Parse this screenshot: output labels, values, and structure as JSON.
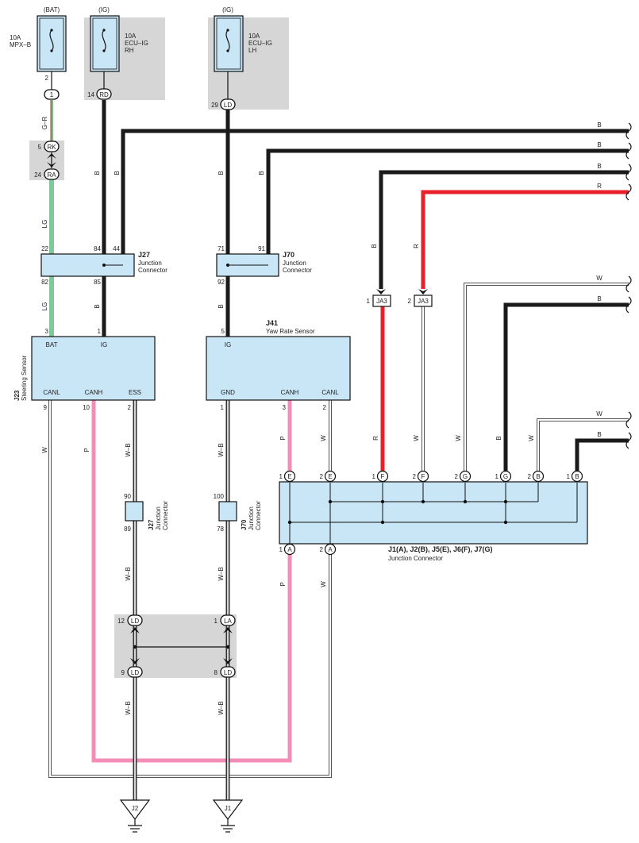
{
  "colors": {
    "wire_black": "#1a1a1a",
    "wire_red": "#e8202a",
    "wire_pink": "#f48cb8",
    "wire_lightgreen": "#7ec99a",
    "box_fill": "#c9e6f6",
    "gray_zone": "#d6d6d6"
  },
  "fuses": {
    "mpxb": {
      "source": "(BAT)",
      "amp": "10A",
      "name": "MPX–B",
      "pin": "2",
      "connector": "1"
    },
    "ecu_rh": {
      "source": "(IG)",
      "amp": "10A",
      "name1": "ECU–IG",
      "name2": "RH",
      "pin": "14",
      "connector": "RD"
    },
    "ecu_lh": {
      "source": "(IG)",
      "amp": "10A",
      "name1": "ECU–IG",
      "name2": "LH",
      "pin": "29",
      "connector": "LD"
    }
  },
  "connectors": {
    "rk": {
      "pin": "5",
      "code": "RK"
    },
    "ra": {
      "pin": "24",
      "code": "RA"
    },
    "ja3_1": {
      "pin": "1",
      "code": "JA3"
    },
    "ja3_2": {
      "pin": "2",
      "code": "JA3"
    },
    "ld12": {
      "pin": "12",
      "code": "LD"
    },
    "la1": {
      "pin": "1",
      "code": "LA"
    },
    "ld9": {
      "pin": "9",
      "code": "LD"
    },
    "ld8": {
      "pin": "8",
      "code": "LD"
    }
  },
  "junctions": {
    "j27_top": {
      "id": "J27",
      "label1": "Junction",
      "label2": "Connector",
      "pins": [
        "22",
        "84",
        "44",
        "82",
        "85"
      ]
    },
    "j70_top": {
      "id": "J70",
      "label1": "Junction",
      "label2": "Connector",
      "pins": [
        "71",
        "91",
        "92"
      ]
    },
    "j27_mid": {
      "id": "J27",
      "label1": "Junction",
      "label2": "Connector",
      "pins": [
        "90",
        "89"
      ]
    },
    "j70_mid": {
      "id": "J70",
      "label1": "Junction",
      "label2": "Connector",
      "pins": [
        "100",
        "78"
      ]
    },
    "j1": {
      "title": "J1(A), J2(B), J5(E), J6(F), J7(G)",
      "subtitle": "Junction Connector",
      "top_pins": [
        {
          "num": "1",
          "code": "E"
        },
        {
          "num": "2",
          "code": "E"
        },
        {
          "num": "1",
          "code": "F"
        },
        {
          "num": "2",
          "code": "F"
        },
        {
          "num": "2",
          "code": "G"
        },
        {
          "num": "1",
          "code": "G"
        },
        {
          "num": "2",
          "code": "B"
        },
        {
          "num": "1",
          "code": "B"
        }
      ],
      "bottom_pins": [
        {
          "num": "1",
          "code": "A"
        },
        {
          "num": "2",
          "code": "A"
        }
      ]
    }
  },
  "components": {
    "steering": {
      "id": "J23",
      "name": "Steering Sensor",
      "top_pins": [
        {
          "num": "3",
          "name": "BAT"
        },
        {
          "num": "1",
          "name": "IG"
        }
      ],
      "bottom_pins": [
        {
          "num": "9",
          "name": "CANL"
        },
        {
          "num": "10",
          "name": "CANH"
        },
        {
          "num": "2",
          "name": "ESS"
        }
      ]
    },
    "yaw": {
      "id": "J41",
      "name": "Yaw Rate Sensor",
      "top_pins": [
        {
          "num": "5",
          "name": "IG"
        }
      ],
      "bottom_pins": [
        {
          "num": "1",
          "name": "GND"
        },
        {
          "num": "3",
          "name": "CANH"
        },
        {
          "num": "2",
          "name": "CANL"
        }
      ]
    }
  },
  "grounds": {
    "j2": "J2",
    "j1": "J1"
  },
  "wire_colors": {
    "gr": "G–R",
    "lg": "LG",
    "b": "B",
    "r": "R",
    "w": "W",
    "p": "P",
    "wb": "W–B"
  }
}
